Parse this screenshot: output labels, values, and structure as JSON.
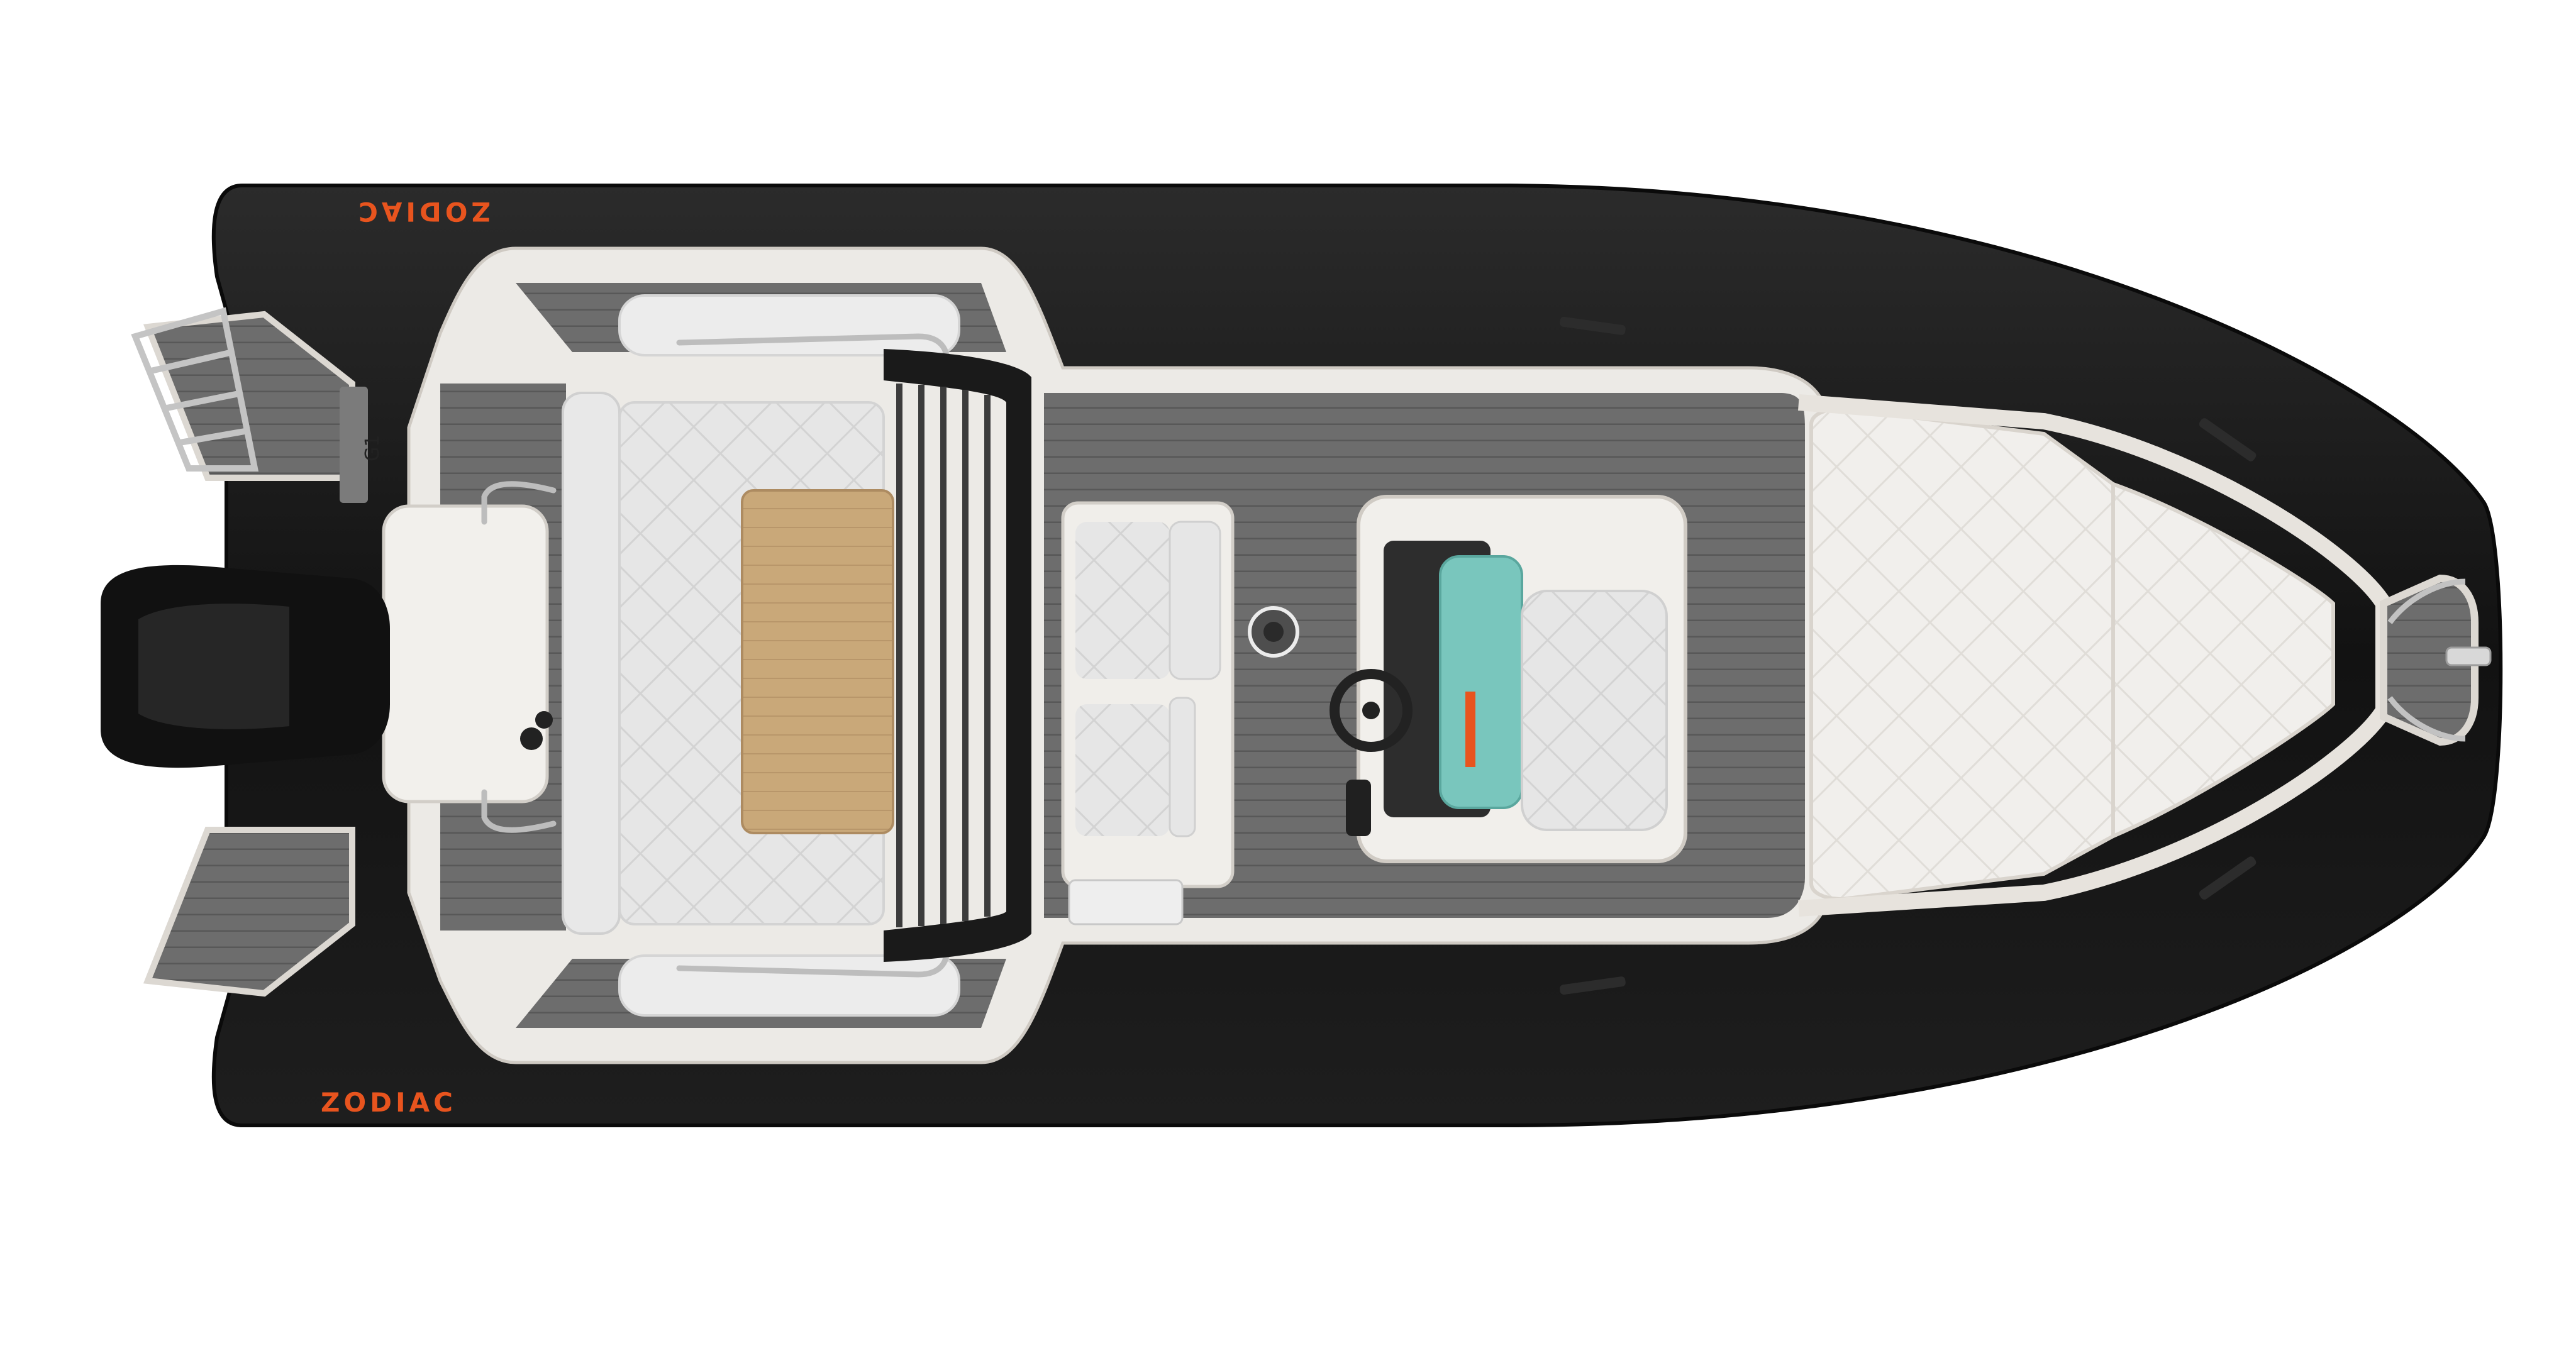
{
  "image": {
    "subject": "rigid-inflatable-boat-top-view",
    "colors": {
      "background": "#ffffff",
      "tube": "#141414",
      "tube_highlight": "#2a2a2a",
      "hull_white": "#eceae6",
      "deck_grey": "#6d6d6d",
      "deck_seam": "#8c8c8c",
      "cushion": "#e4e4e4",
      "teak": "#c9a879",
      "console_teal": "#79c6bd",
      "brand_orange": "#e8541e",
      "engine": "#111111"
    }
  },
  "branding": {
    "top_logo_text": "ZODIAC",
    "bottom_logo_text": "ZODIAC",
    "transom_badge_text": "G1"
  }
}
